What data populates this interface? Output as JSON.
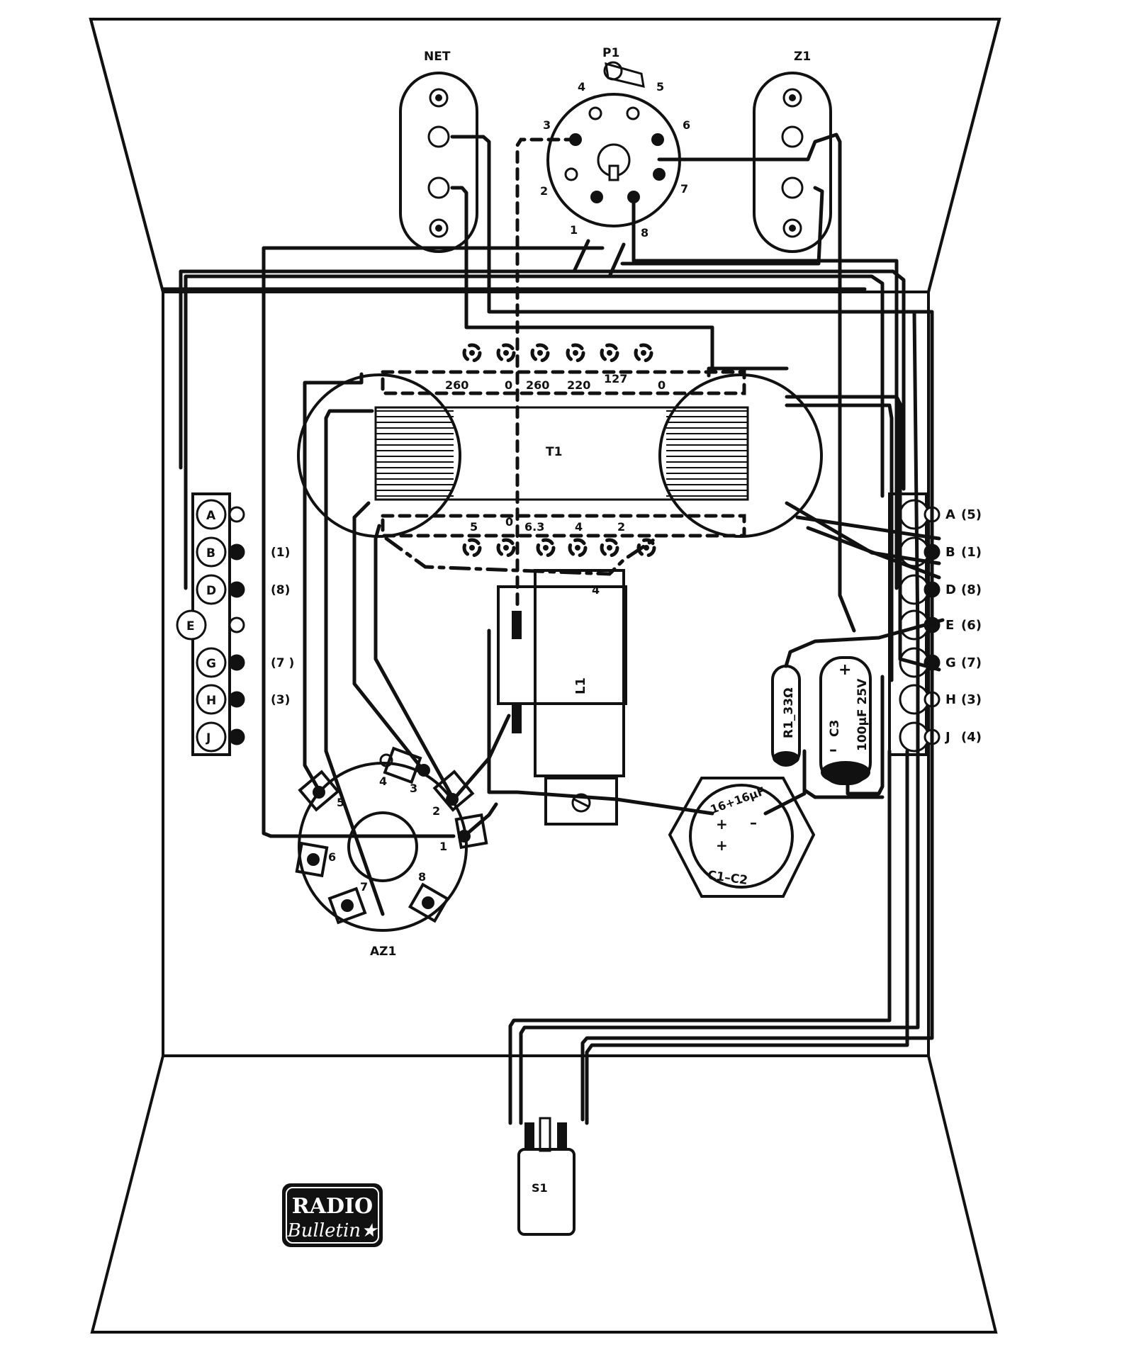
{
  "labels": {
    "net": "NET",
    "p1": "P1",
    "z1": "Z1",
    "t1": "T1",
    "l1": "L1",
    "az1": "AZ1",
    "s1": "S1",
    "r1": "R1_33Ω",
    "c3": "C3",
    "c3_value": "100μF 25V",
    "c1c2_value": "16+16μF",
    "c1c2": "C1–C2",
    "plus": "+",
    "minus": "–"
  },
  "p1_pins": [
    "1",
    "2",
    "3",
    "4",
    "5",
    "6",
    "7",
    "8"
  ],
  "az1_pins": [
    "1",
    "2",
    "3",
    "4",
    "5",
    "6",
    "7",
    "8"
  ],
  "t1_primary_taps": [
    "260",
    "0",
    "260",
    "220",
    "127",
    "0"
  ],
  "t1_secondary_taps": [
    "5",
    "0",
    "6.3",
    "4",
    "2",
    "4"
  ],
  "left_strip": [
    {
      "letter": "A",
      "note": ""
    },
    {
      "letter": "B",
      "note": "(1)"
    },
    {
      "letter": "D",
      "note": "(8)"
    },
    {
      "letter": "E",
      "note": ""
    },
    {
      "letter": "G",
      "note": "(7 )"
    },
    {
      "letter": "H",
      "note": "(3)"
    },
    {
      "letter": "J",
      "note": ""
    }
  ],
  "right_strip": [
    {
      "letter": "A",
      "note": "(5)"
    },
    {
      "letter": "B",
      "note": "(1)"
    },
    {
      "letter": "D",
      "note": "(8)"
    },
    {
      "letter": "E",
      "note": "(6)"
    },
    {
      "letter": "G",
      "note": "(7)"
    },
    {
      "letter": "H",
      "note": "(3)"
    },
    {
      "letter": "J",
      "note": "(4)"
    }
  ],
  "logo": {
    "line1": "RADIO",
    "line2": "Bulletin★"
  }
}
